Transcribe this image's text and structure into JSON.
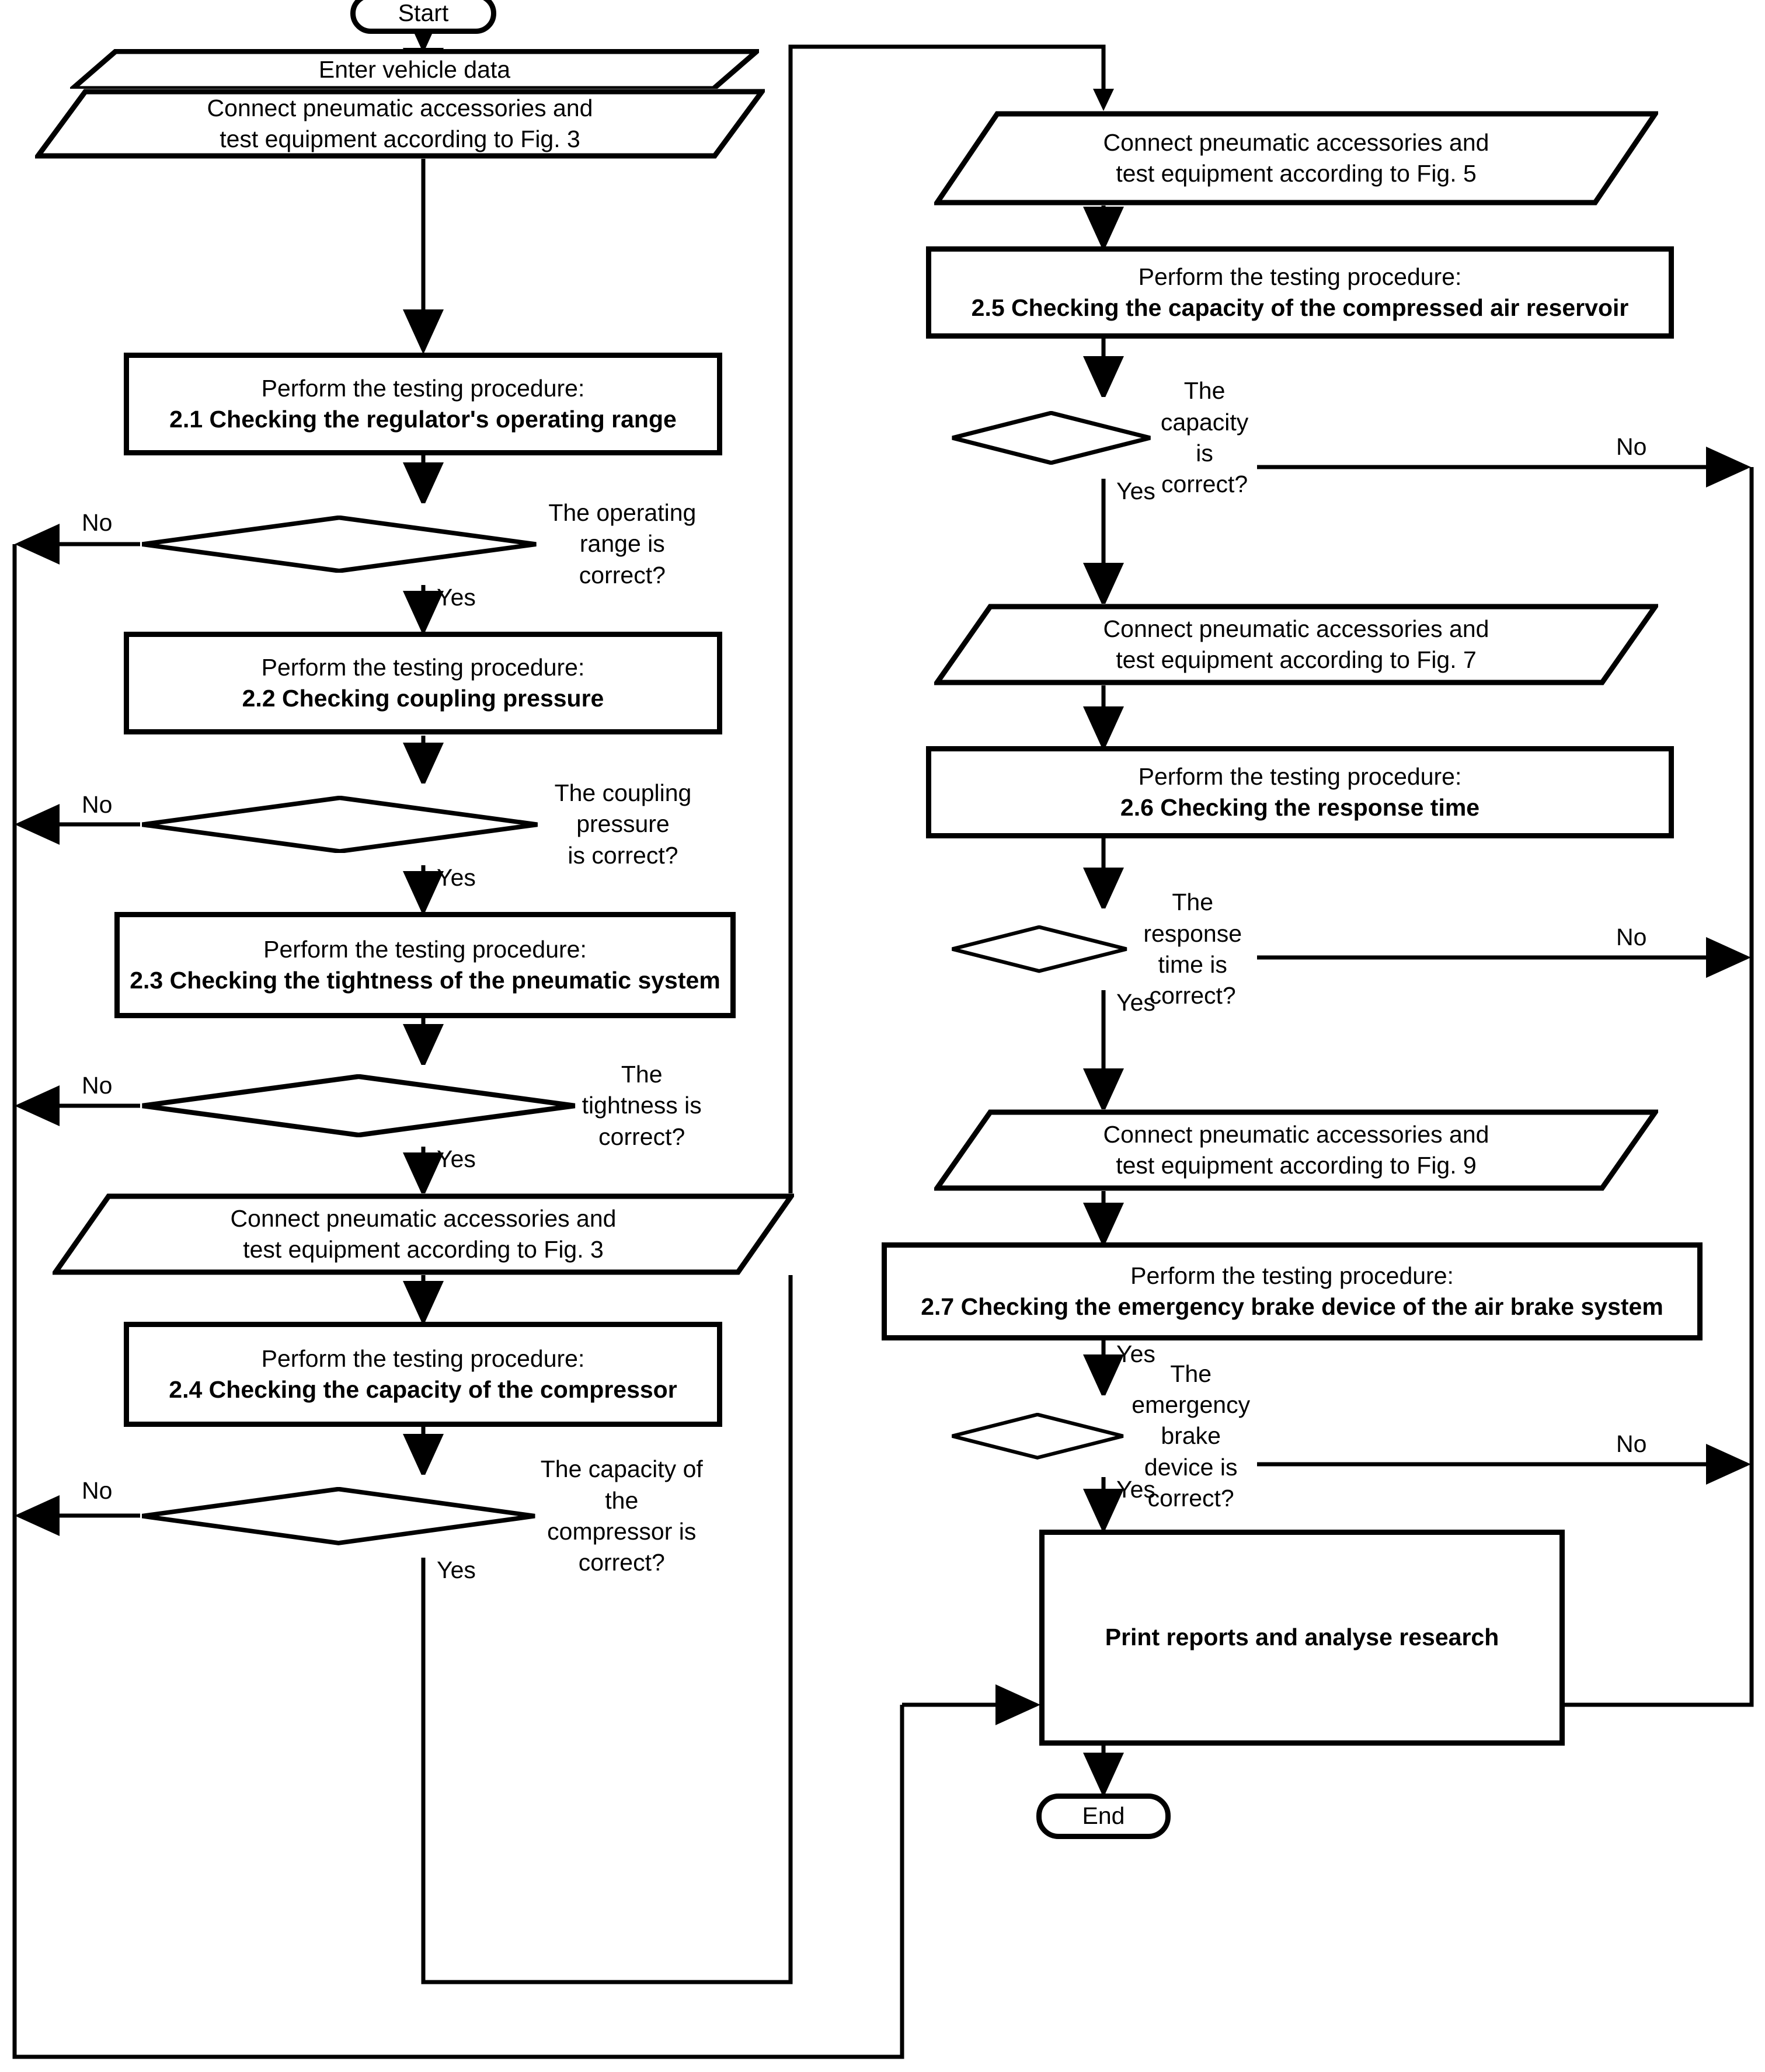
{
  "diagram": {
    "title": "Air brake system testing procedure flowchart",
    "type": "flowchart",
    "stroke_color": "#000000",
    "fill_color": "#ffffff"
  },
  "nodes": {
    "start": {
      "label": "Start",
      "shape": "terminator"
    },
    "end": {
      "label": "End",
      "shape": "terminator"
    },
    "enter_vehicle_data": {
      "label": "Enter vehicle data",
      "shape": "parallelogram"
    },
    "connect_fig3_a": {
      "line1": "Connect pneumatic accessories and",
      "line2": "test equipment according to Fig. 3",
      "shape": "parallelogram"
    },
    "connect_fig3_b": {
      "line1": "Connect pneumatic accessories and",
      "line2": "test equipment according to Fig. 3",
      "shape": "parallelogram"
    },
    "connect_fig5": {
      "line1": "Connect pneumatic accessories and",
      "line2": "test equipment according to Fig. 5",
      "shape": "parallelogram"
    },
    "connect_fig7": {
      "line1": "Connect pneumatic accessories and",
      "line2": "test equipment according to Fig. 7",
      "shape": "parallelogram"
    },
    "connect_fig9": {
      "line1": "Connect pneumatic accessories and",
      "line2": "test equipment according to Fig. 9",
      "shape": "parallelogram"
    },
    "proc_21": {
      "line1": "Perform the testing procedure:",
      "line2": "2.1 Checking the regulator's operating range",
      "shape": "process"
    },
    "proc_22": {
      "line1": "Perform the testing procedure:",
      "line2": "2.2 Checking coupling pressure",
      "shape": "process"
    },
    "proc_23": {
      "line1": "Perform the testing procedure:",
      "line2": "2.3 Checking the tightness of the pneumatic system",
      "shape": "process"
    },
    "proc_24": {
      "line1": "Perform the testing procedure:",
      "line2": "2.4 Checking the capacity of the compressor",
      "shape": "process"
    },
    "proc_25": {
      "line1": "Perform the testing procedure:",
      "line2": "2.5 Checking the capacity of the compressed air reservoir",
      "shape": "process"
    },
    "proc_26": {
      "line1": "Perform the testing procedure:",
      "line2": "2.6 Checking the response time",
      "shape": "process"
    },
    "proc_27": {
      "line1": "Perform the testing procedure:",
      "line2": "2.7 Checking the emergency brake device of the air brake system",
      "shape": "process"
    },
    "dec_operating_range": {
      "line1": "The operating range is",
      "line2": "correct?",
      "shape": "decision"
    },
    "dec_coupling_pressure": {
      "line1": "The coupling pressure",
      "line2": "is correct?",
      "shape": "decision"
    },
    "dec_tightness": {
      "line1": "The tightness is",
      "line2": "correct?",
      "shape": "decision"
    },
    "dec_compressor_capacity": {
      "line1": "The capacity of the",
      "line2": "compressor is correct?",
      "shape": "decision"
    },
    "dec_capacity": {
      "line1": "The capacity is",
      "line2": "correct?",
      "shape": "decision"
    },
    "dec_response_time": {
      "line1": "The response time is",
      "line2": "correct?",
      "shape": "decision"
    },
    "dec_emergency_brake": {
      "line1": "The emergency brake",
      "line2": "device is correct?",
      "shape": "decision"
    },
    "print_reports": {
      "label": "Print reports and analyse research",
      "shape": "process"
    }
  },
  "edge_labels": {
    "no_operating_range": "No",
    "yes_operating_range": "Yes",
    "no_coupling_pressure": "No",
    "yes_coupling_pressure": "Yes",
    "no_tightness": "No",
    "yes_tightness": "Yes",
    "no_compressor_capacity": "No",
    "yes_compressor_capacity": "Yes",
    "no_capacity": "No",
    "yes_capacity": "Yes",
    "no_response_time": "No",
    "yes_response_time": "Yes",
    "yes_into_emergency": "Yes",
    "no_emergency_brake": "No",
    "yes_emergency_brake": "Yes"
  }
}
